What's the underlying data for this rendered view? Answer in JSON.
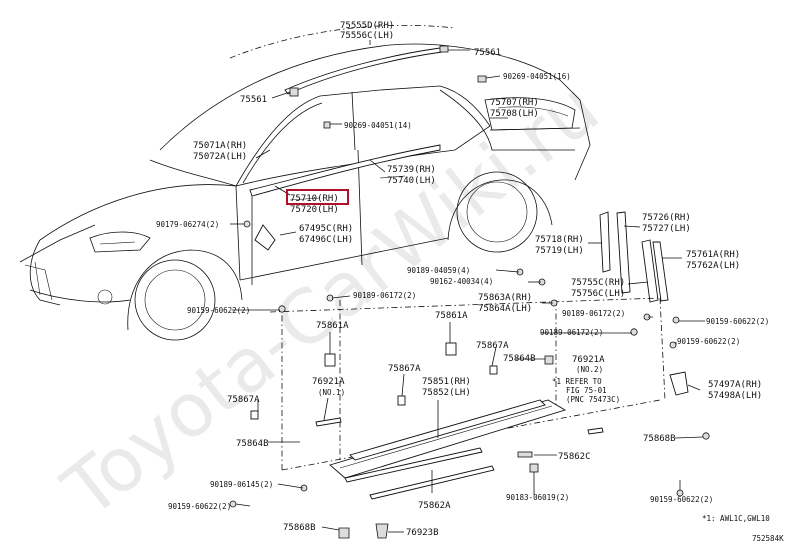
{
  "labels": {
    "p75555D": "75555D(RH)",
    "p75556C": "75556C(LH)",
    "p75561a": "75561",
    "p90269a": "90269-04051(16)",
    "p75561b": "75561",
    "p90269b": "90269-04051(14)",
    "p75707": "75707(RH)",
    "p75708": "75708(LH)",
    "p75071A": "75071A(RH)",
    "p75072A": "75072A(LH)",
    "p75739": "75739(RH)",
    "p75740": "75740(LH)",
    "p75710": "75710(RH)",
    "p75720": "75720(LH)",
    "p90179": "90179-06274(2)",
    "p67495C": "67495C(RH)",
    "p67496C": "67496C(LH)",
    "p75718": "75718(RH)",
    "p75719": "75719(LH)",
    "p75726": "75726(RH)",
    "p75727": "75727(LH)",
    "p75761A": "75761A(RH)",
    "p75762A": "75762A(LH)",
    "p90189a": "90189-04059(4)",
    "p90162": "90162-40034(4)",
    "p75755C": "75755C(RH)",
    "p75756C": "75756C(LH)",
    "p90189b": "90189-06172(2)",
    "p75863A": "75863A(RH)",
    "p75864A": "75864A(LH)",
    "p90159a": "90159-60622(2)",
    "p90189c": "90189-06172(2)",
    "p90159b": "90159-60622(2)",
    "p75861Aa": "75861A",
    "p75861Ab": "75861A",
    "p90189d": "90189-06172(2)",
    "p90159c": "90159-60622(2)",
    "p75867Aa": "75867A",
    "p75864Ba": "75864B",
    "p76921Aa": "76921A",
    "no2": "(NO.2)",
    "p76921Ab": "76921A",
    "no1": "(NO.1)",
    "p75867Ab": "75867A",
    "p75851": "75851(RH)",
    "p75852": "75852(LH)",
    "refer1": "*1 REFER TO",
    "refer2": "FIG 75-01",
    "refer3": "(PNC 75473C)",
    "p57497A": "57497A(RH)",
    "p57498A": "57498A(LH)",
    "p75867Ac": "75867A",
    "p75864Bb": "75864B",
    "p75862C": "75862C",
    "p75868Ba": "75868B",
    "p90189e": "90189-06145(2)",
    "p90159d": "90159-60622(2)",
    "p90183": "90183-06019(2)",
    "p75862A": "75862A",
    "p90159e": "90159-60622(2)",
    "p75868Bb": "75868B",
    "p76923B": "76923B",
    "footnote": "*1: AWL1C,GWL10",
    "diagram_id": "752584K"
  },
  "watermark": "Toyota-CarWiki.ru",
  "highlight": {
    "part": "75710(RH)",
    "color": "#b0102a"
  },
  "colors": {
    "line": "#111111",
    "watermark": "#d9d9d9"
  }
}
